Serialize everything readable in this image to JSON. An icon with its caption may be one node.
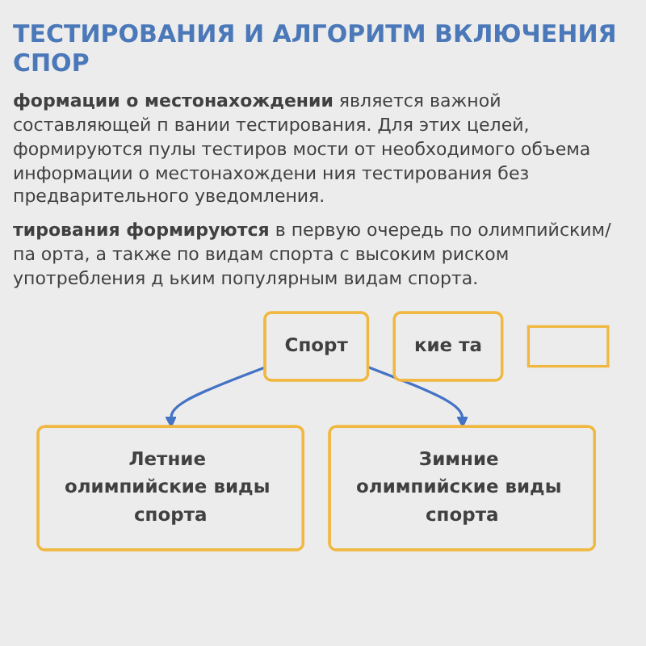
{
  "diagram": {
    "title": "ТЕСТИРОВАНИЯ И АЛГОРИТМ ВКЛЮЧЕНИЯ СПОР",
    "nodes": [
      {
        "text": [
          "Спорт"
        ]
      },
      {
        "text": [
          "кие та"
        ]
      },
      {
        "text": [
          "Летние олимпийские виды спорта"
        ]
      },
      {
        "text": [
          "Зимние олимпийские виды спорта"
        ]
      },
      {
        "text": [],
        "shape": "box"
      }
    ],
    "edges": [
      {
        "from": 0,
        "to": 2,
        "arrow": "to"
      },
      {
        "from": 0,
        "to": 3,
        "arrow": "to"
      }
    ],
    "labels": [
      "**формации о местонахождении** является важной составляющей п вании тестирования. Для этих целей, формируются пулы тестиров мости от необходимого объема информации о местонахождени ния тестирования без предварительного уведомления.",
      "**тирования формируются** в первую очередь по олимпийским/па орта, а также по видам спорта с высоким риском употребления д ьким популярным видам спорта."
    ]
  }
}
